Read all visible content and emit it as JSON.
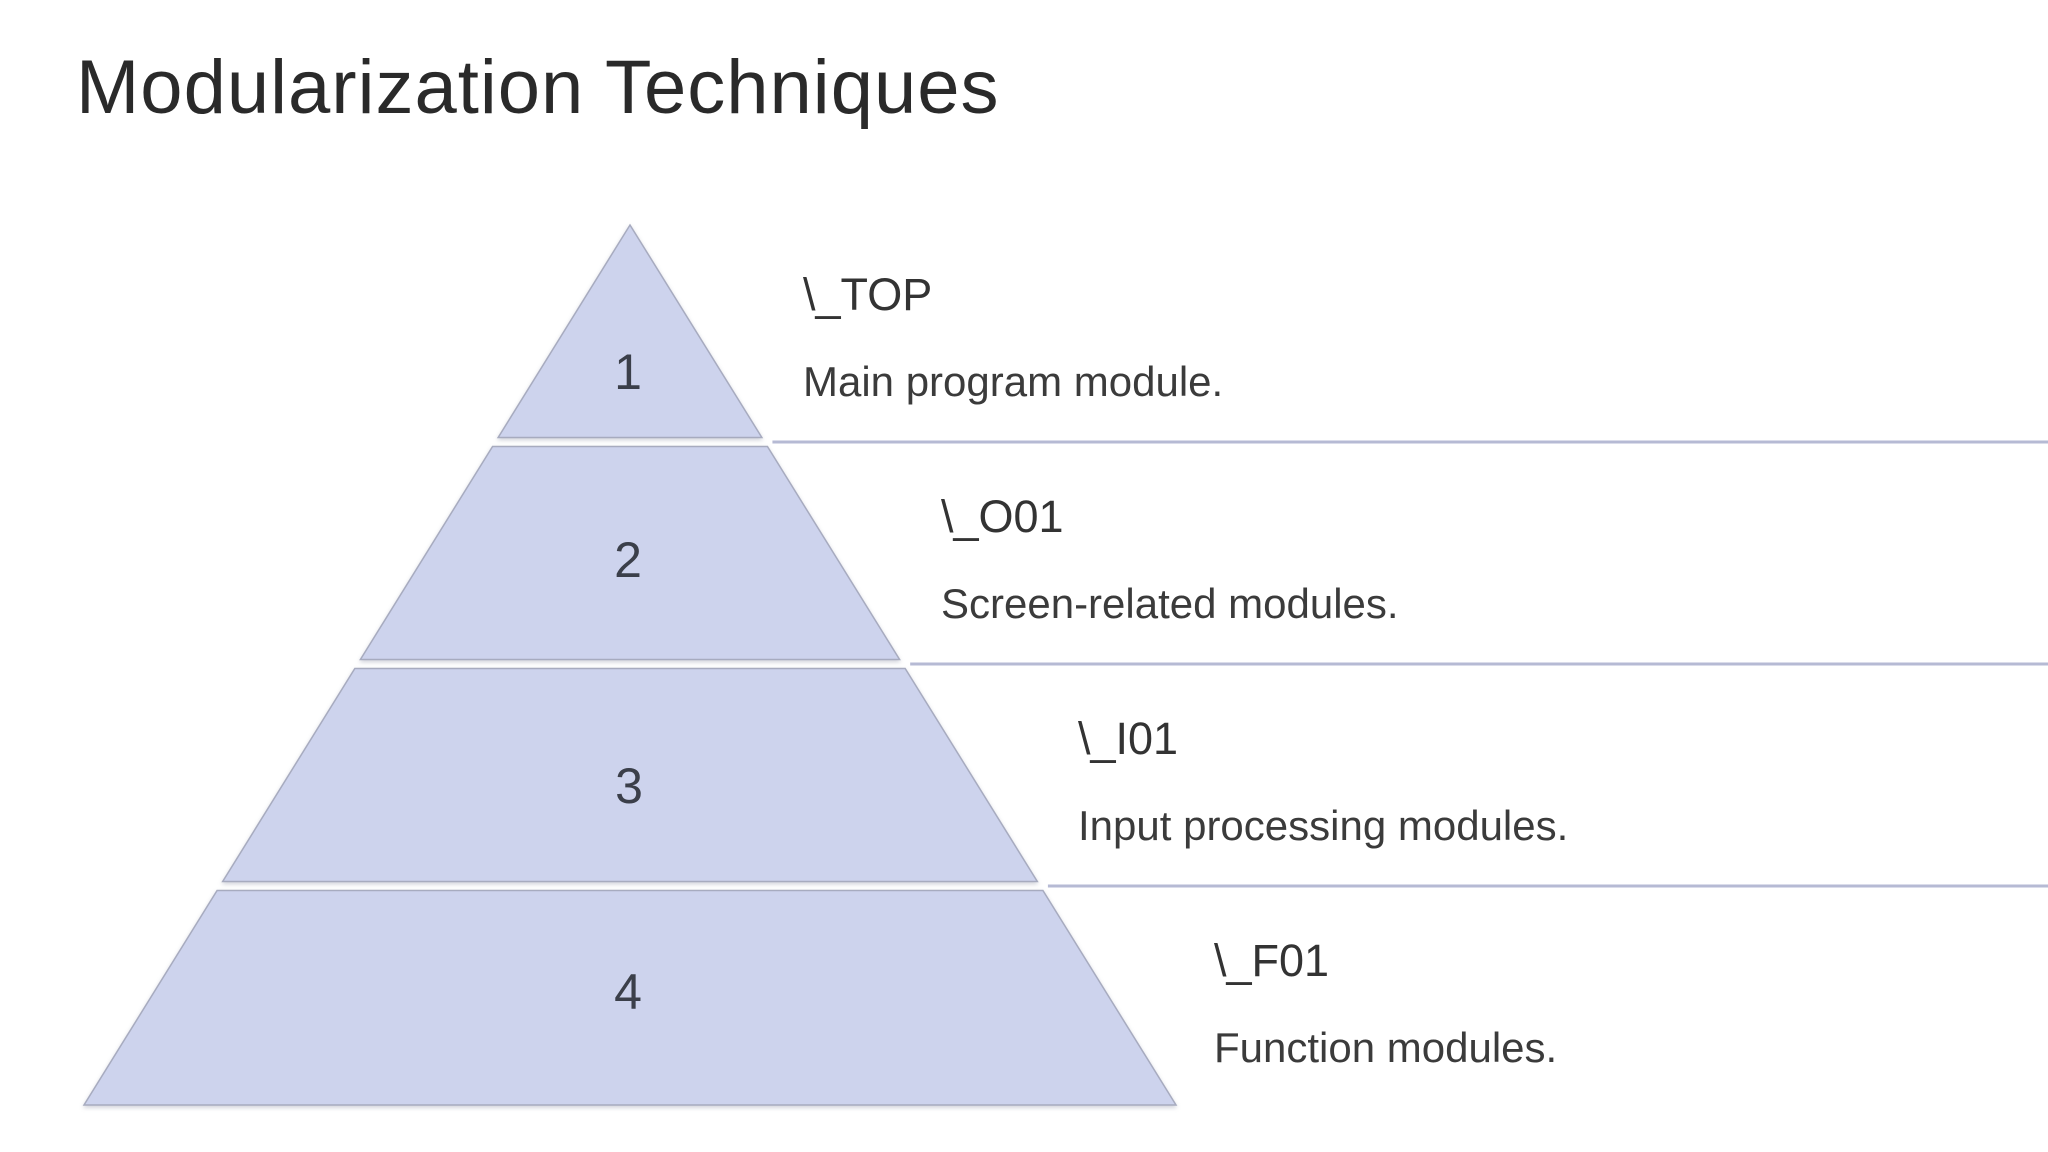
{
  "title": "Modularization Techniques",
  "pyramid": {
    "levels": [
      {
        "number": "1",
        "heading": "\\_TOP",
        "description": "Main program module."
      },
      {
        "number": "2",
        "heading": "\\_O01",
        "description": "Screen-related modules."
      },
      {
        "number": "3",
        "heading": "\\_I01",
        "description": "Input processing modules."
      },
      {
        "number": "4",
        "heading": "\\_F01",
        "description": "Function modules."
      }
    ],
    "colors": {
      "segment_fill": "#cdd3ed",
      "segment_border": "#a7abbf",
      "divider_line": "#b6bad4",
      "number_text": "#3b3f4a",
      "heading_text": "#333333",
      "description_text": "#3b3b3b",
      "title_text": "#2a2a2a"
    }
  }
}
